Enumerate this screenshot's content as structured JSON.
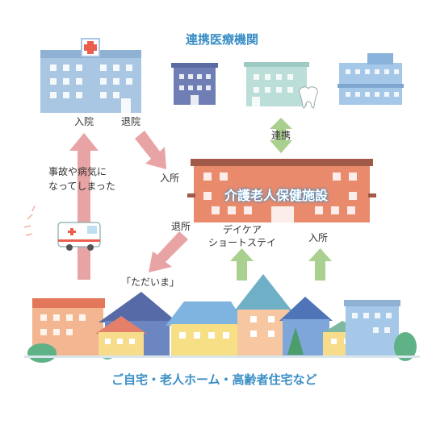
{
  "medical": {
    "title": "連携医療機関",
    "admit": "入院",
    "discharge": "退院"
  },
  "care_facility": {
    "name": "介護老人保健施設",
    "cooperation": "連携",
    "admit_from_hospital": "入所",
    "leave": "退所",
    "daycare_line1": "デイケア",
    "daycare_line2": "ショートステイ",
    "admit_from_home": "入所"
  },
  "home": {
    "accident_line1": "事故や病気に",
    "accident_line2": "なってしまった",
    "tadaima": "「ただいま」",
    "title": "ご自宅・老人ホーム・高齢者住宅など"
  },
  "colors": {
    "accent_blue": "#3b8fc6",
    "arrow_pink": "#e8a4a4",
    "arrow_green": "#a9d08e",
    "brick": "#e98a6c"
  }
}
